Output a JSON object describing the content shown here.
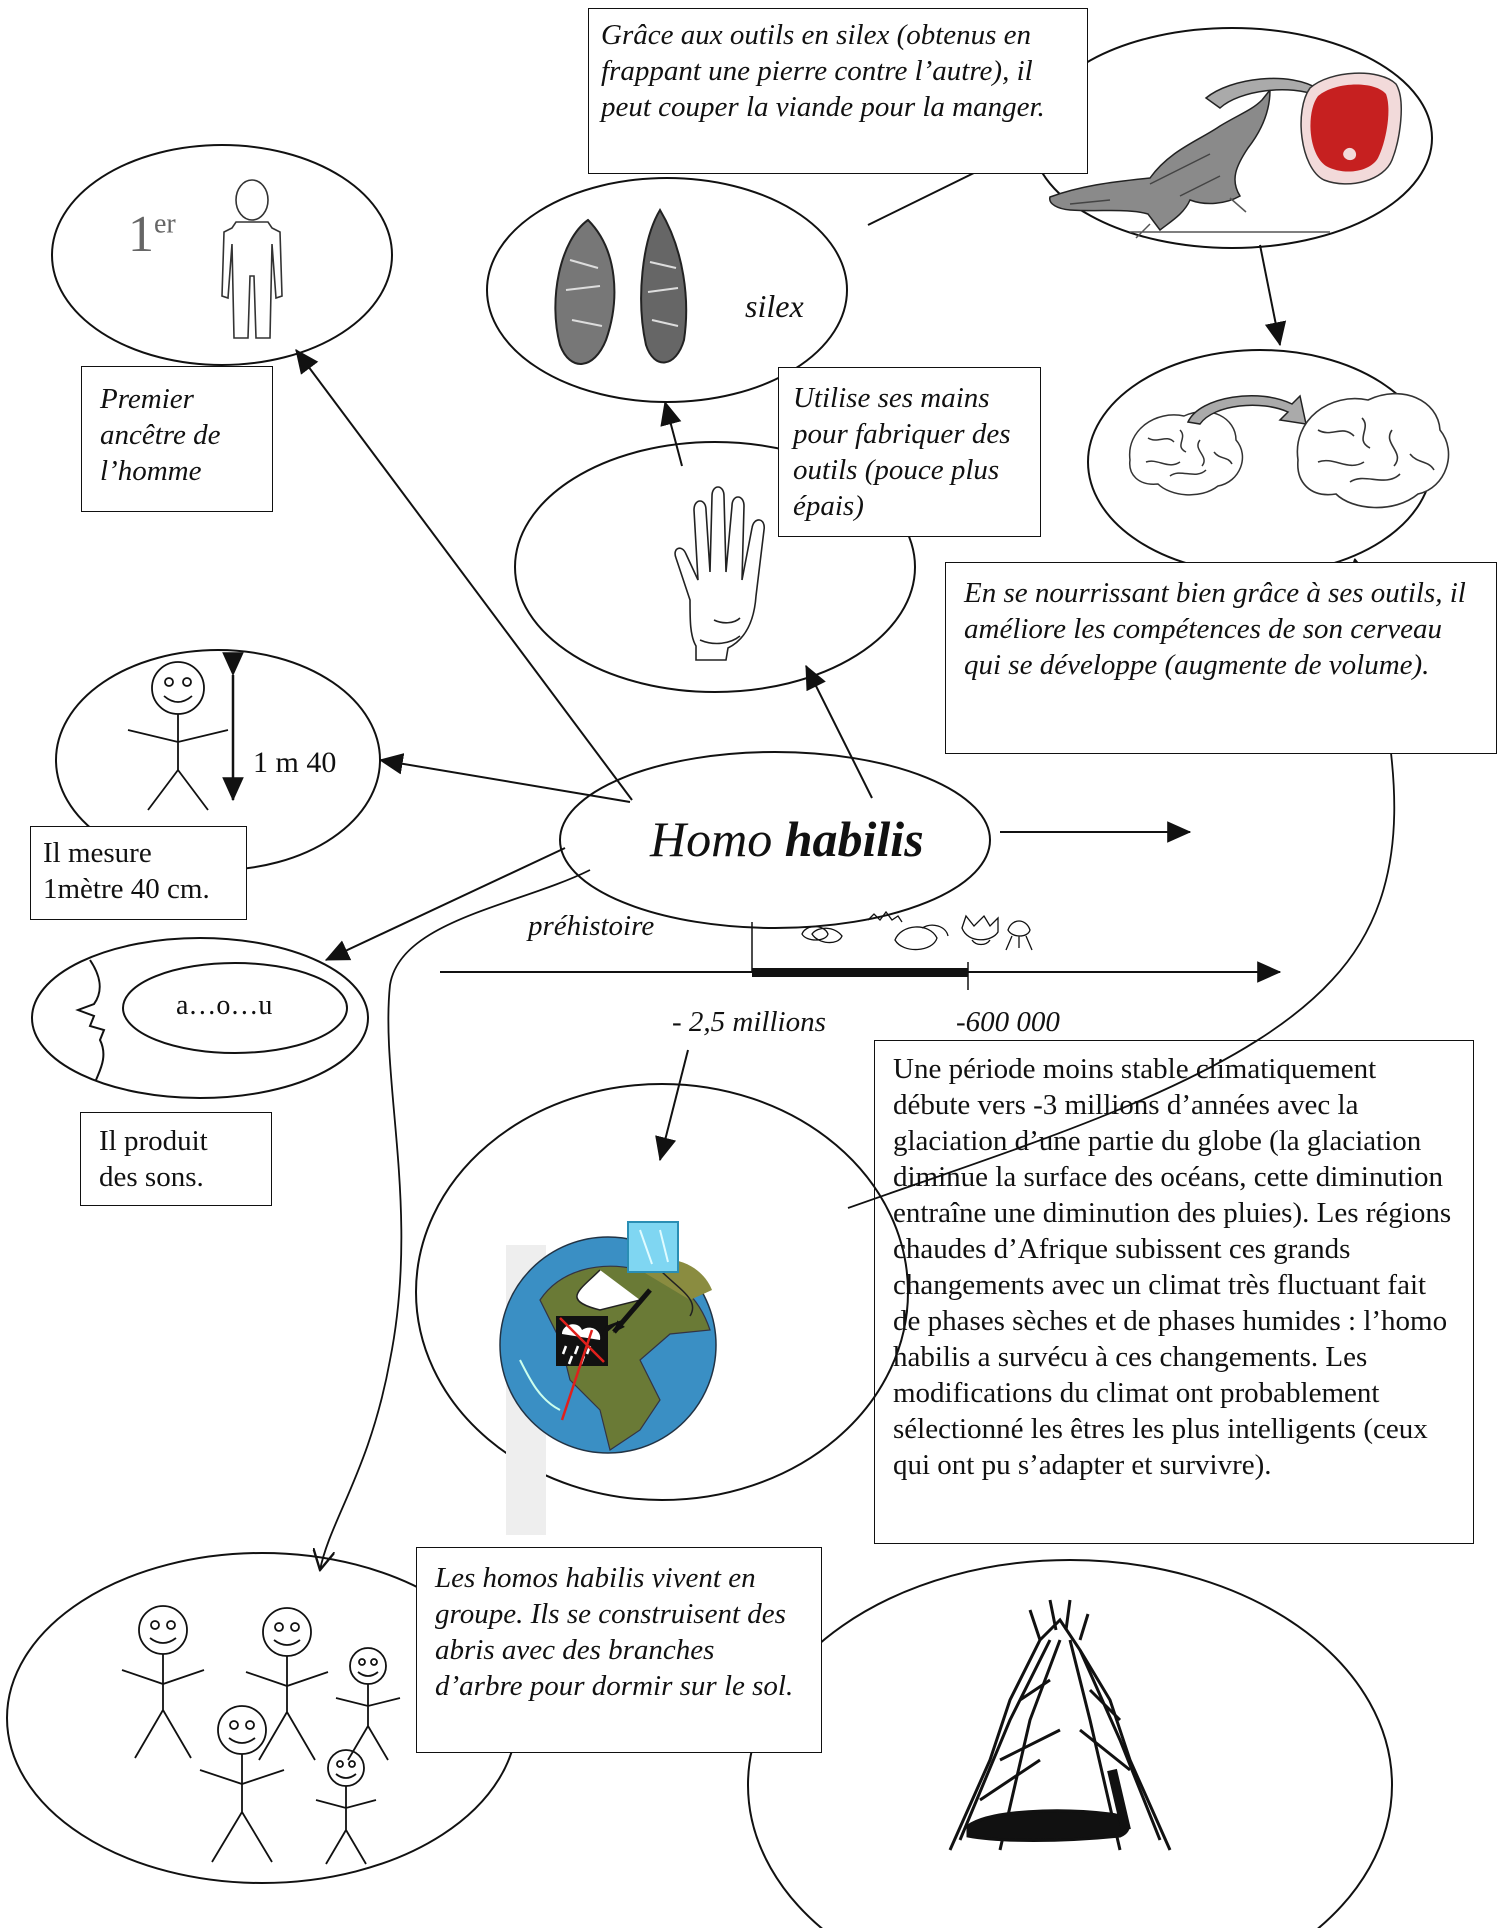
{
  "center": {
    "word1": "Homo",
    "word2": "habilis"
  },
  "boxes": {
    "flint_tools": "Grâce aux outils en silex (obtenus en frappant une pierre contre l’autre), il peut couper la viande pour la manger.",
    "first_ancestor": "Premier ancêtre de l’homme",
    "hands": "Utilise ses mains pour fabriquer des outils (pouce plus épais)",
    "brain": "En se nourrissant bien grâce à ses outils, il améliore les compétences de son cerveau qui se développe (augmente de volume).",
    "height": "Il mesure 1mètre 40 cm.",
    "sounds": "Il produit des sons.",
    "climate": "Une période moins stable climatiquement débute vers -3 millions d’années avec la glaciation d’une partie du globe (la glaciation diminue la surface des océans, cette diminution entraîne une diminution des pluies). Les régions chaudes d’Afrique subissent ces grands changements avec un climat très fluctuant fait de phases sèches et de phases humides : l’homo habilis a survécu à ces changements. Les modifications du climat ont probablement sélectionné les êtres les plus intelligents (ceux qui ont pu s’adapter et survivre).",
    "group": "Les homos habilis vivent en groupe. Ils se construisent des abris avec des branches d’arbre pour dormir sur le sol."
  },
  "labels": {
    "first_num": "1",
    "first_sup": "er",
    "silex": "silex",
    "height_value": "1 m 40",
    "speech": "a…o…u",
    "prehistory": "préhistoire",
    "date_start": "- 2,5 millions",
    "date_end": "-600 000"
  },
  "icons": [
    "human-outline-icon",
    "flint-stone-icon",
    "crocodile-icon",
    "meat-steak-icon",
    "brain-icon",
    "hand-icon",
    "stick-figure-icon",
    "face-profile-icon",
    "globe-icon",
    "ice-cube-icon",
    "shelter-hut-icon"
  ]
}
